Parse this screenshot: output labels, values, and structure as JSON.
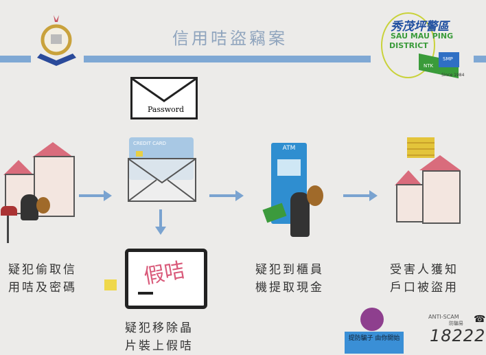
{
  "title": "信用咭盜竊案",
  "logo_right": {
    "chinese": "秀茂坪警區",
    "line1": "SAU MAU PING",
    "line2": "DISTRICT",
    "tags": [
      "NTK",
      "SMP"
    ],
    "since": "Since 1984"
  },
  "envelope_label": "Password",
  "card_label": "CREDIT CARD",
  "fake_card_text": "假咭",
  "atm_label": "ATM",
  "steps": [
    {
      "caption_line1": "疑犯偷取信",
      "caption_line2": "用咭及密碼"
    },
    {
      "caption_line1": "疑犯移除晶",
      "caption_line2": "片裝上假咭"
    },
    {
      "caption_line1": "疑犯到櫃員",
      "caption_line2": "機提取現金"
    },
    {
      "caption_line1": "受害人獲知",
      "caption_line2": "戶口被盜用"
    }
  ],
  "anti_scam": {
    "label": "ANTI-SCAM",
    "sub": "防騙易",
    "number": "18222",
    "badge": "提防騙子 由你開始"
  },
  "colors": {
    "accent": "#7fa8d4",
    "logo_green": "#3a9b3a",
    "logo_blue": "#1f4fa0"
  }
}
